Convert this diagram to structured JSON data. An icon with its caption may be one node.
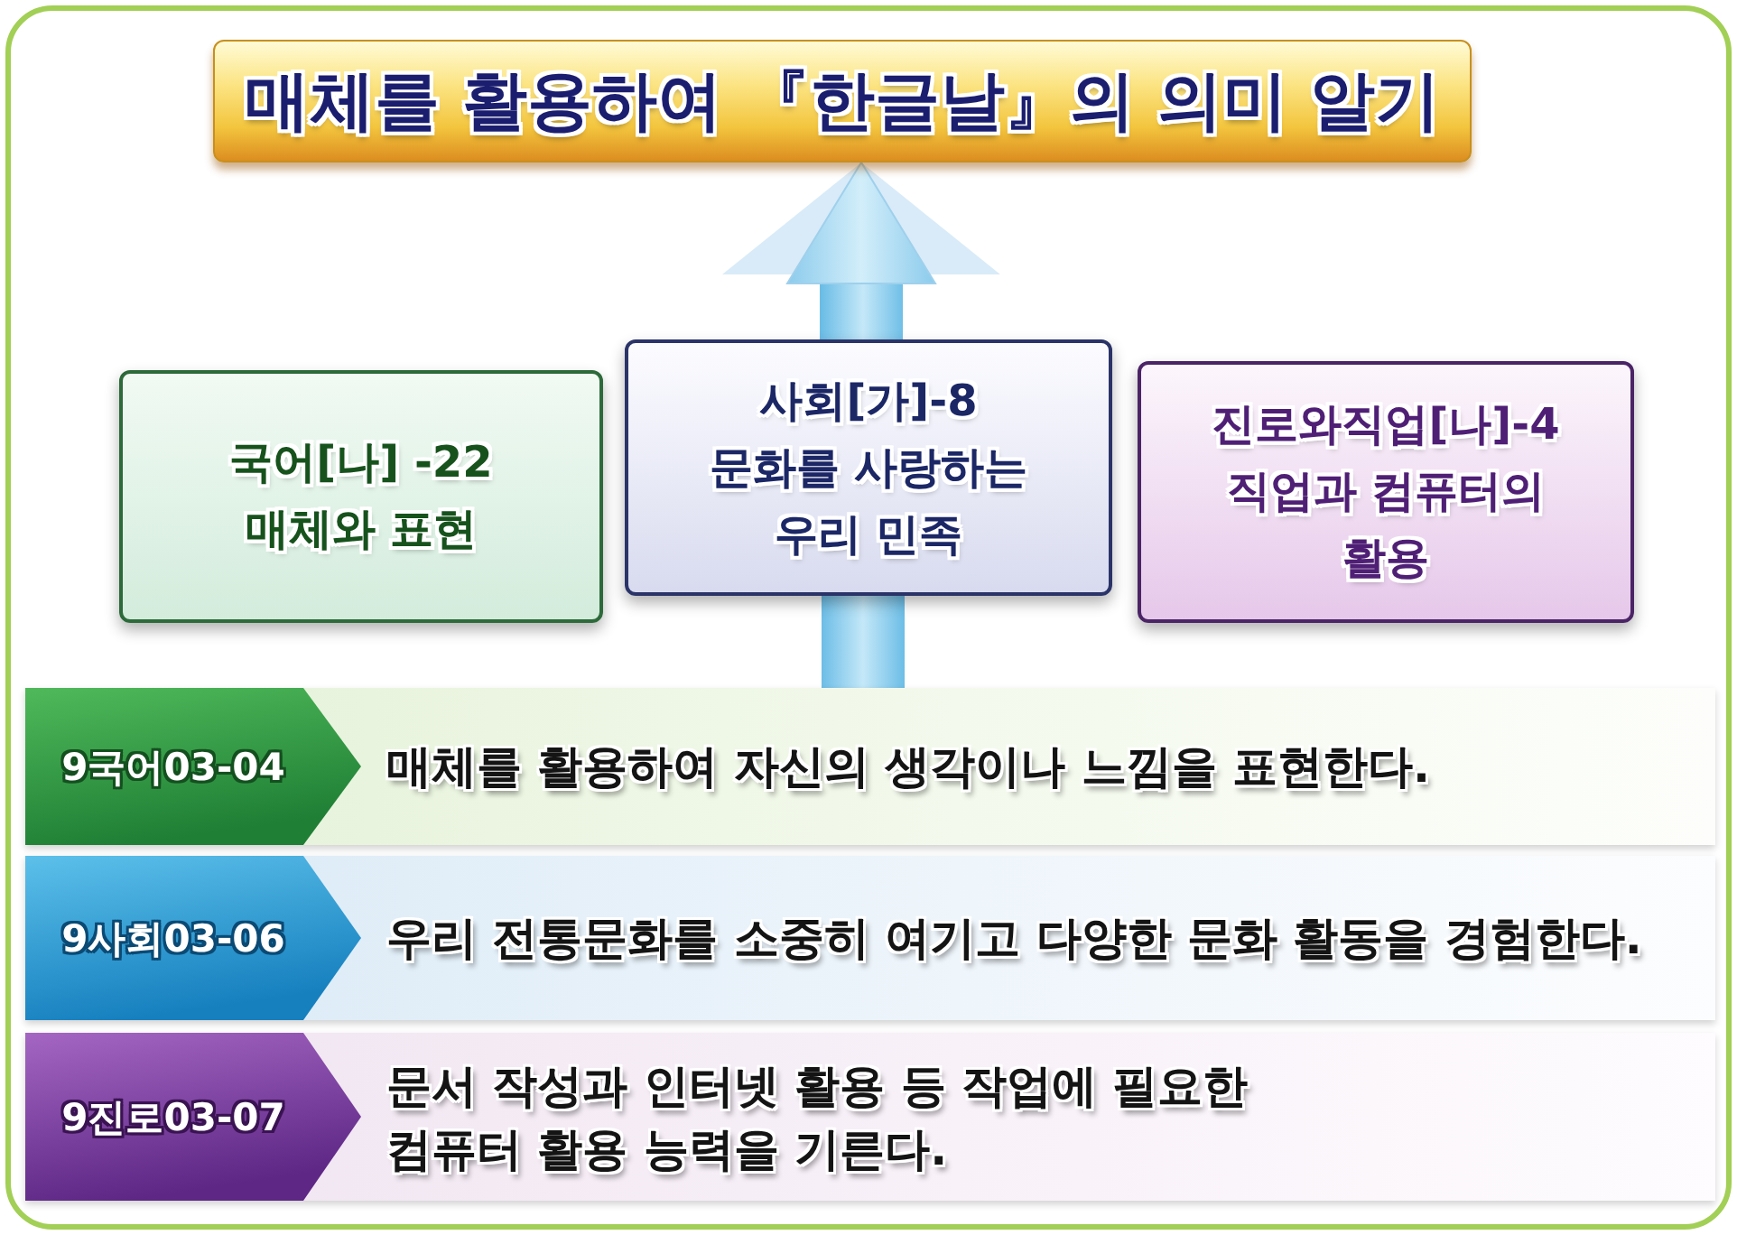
{
  "diagram": {
    "nodes": [
      {
        "text": [
          "매체를 활용하여 『한글날』의 의미 알기"
        ]
      },
      {
        "text": [
          "국어[나] -22",
          "매체와 표현"
        ]
      },
      {
        "text": [
          "사회[가]-8",
          "문화를 사랑하는 우리 민족"
        ]
      },
      {
        "text": [
          "진로와직업[나]-4",
          "직업과 컴퓨터의 활용"
        ]
      },
      {
        "text": [
          "매체를 활용하여 자신의 생각이나 느낌을 표현한다."
        ]
      },
      {
        "text": [
          "9국어03-04"
        ],
        "in": 4
      },
      {
        "text": [
          "우리 전통문화를 소중히 여기고 다양한 문화 활동을 경험한다."
        ]
      },
      {
        "text": [
          "9사회03-06"
        ],
        "in": 6
      },
      {
        "text": [
          "문서 작성과 인터넷 활용 등 작업에 필요한 컴퓨터 활용 능력을 기른다."
        ]
      },
      {
        "text": [
          "9진로03-07"
        ],
        "in": 8
      }
    ],
    "edges": [
      {
        "from": 2,
        "to": 0,
        "arrow": "to"
      }
    ]
  }
}
